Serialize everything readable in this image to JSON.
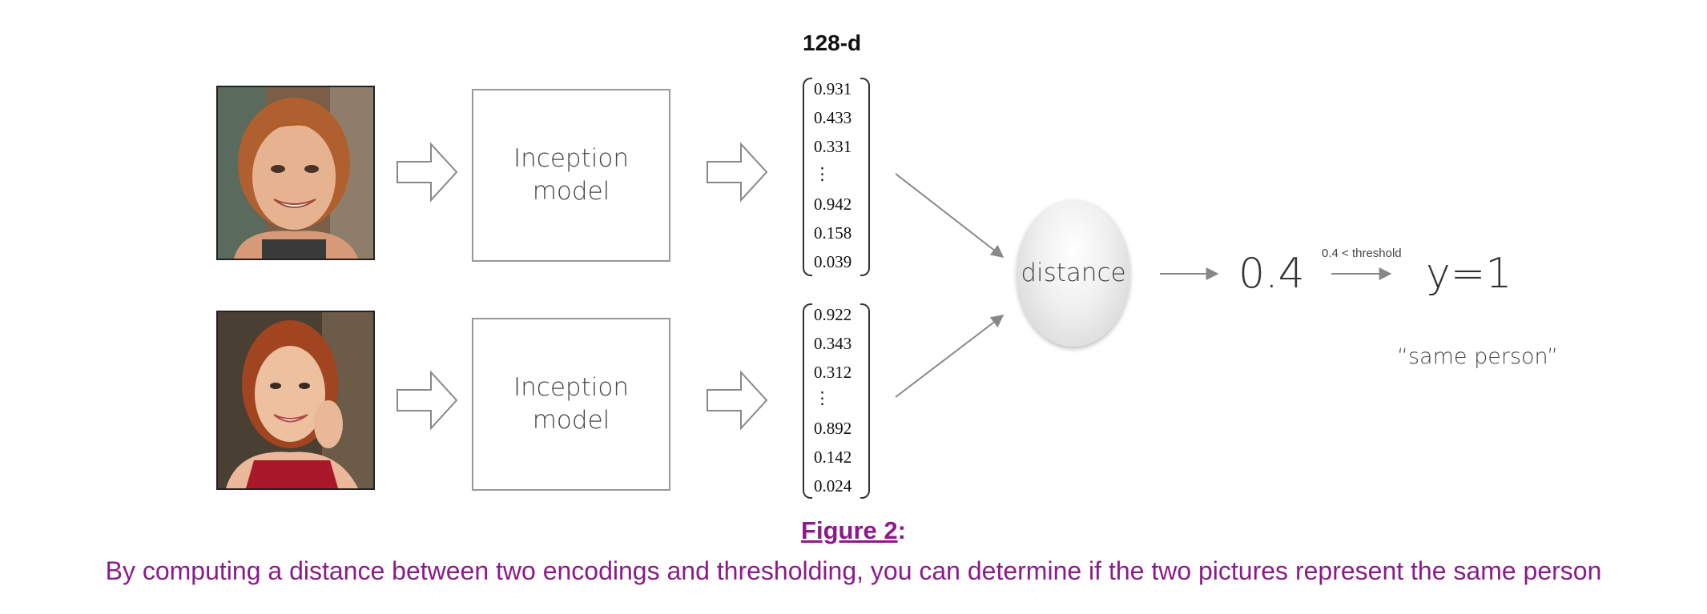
{
  "vector_label": "128-d",
  "models": [
    {
      "label": "Inception\nmodel"
    },
    {
      "label": "Inception\nmodel"
    }
  ],
  "encodings": [
    {
      "values": [
        "0.931",
        "0.433",
        "0.331",
        "⋮",
        "0.942",
        "0.158",
        "0.039"
      ]
    },
    {
      "values": [
        "0.922",
        "0.343",
        "0.312",
        "⋮",
        "0.892",
        "0.142",
        "0.024"
      ]
    }
  ],
  "distance_label": "distance",
  "distance_value": "0.4",
  "threshold_label": "0.4 < threshold",
  "output_label": "y=1",
  "output_caption": "“same person”",
  "figure": {
    "title": "Figure 2",
    "colon": ":",
    "caption": "By computing a distance between two encodings and thresholding, you can determine if the two pictures represent the same person"
  },
  "colors": {
    "caption": "#8b1a8b",
    "arrow": "#888888",
    "box_border": "#999999"
  },
  "icons": [
    "face-photo-1",
    "face-photo-2",
    "hollow-arrow-icon",
    "line-arrow-icon"
  ]
}
